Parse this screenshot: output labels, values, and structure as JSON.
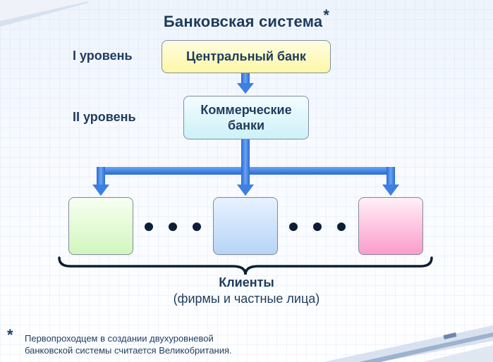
{
  "title": "Банковская система",
  "title_mark": "*",
  "levels": {
    "first": "I уровень",
    "second": "II уровень"
  },
  "boxes": {
    "central_bank": "Центральный банк",
    "commercial_banks_line1": "Коммерческие",
    "commercial_banks_line2": "банки"
  },
  "clients": {
    "label": "Клиенты",
    "sublabel": "(фирмы и частные лица)"
  },
  "footnote": {
    "mark": "*",
    "line1": "Первопроходцем в создании двухуровневой",
    "line2": "банковской системы считается Великобритания."
  },
  "colors": {
    "arrow": "#3d7fe3",
    "text": "#1e3b5e",
    "central_fill": "#fdf7a6",
    "commercial_fill": "#cdf1f8",
    "client_green": "#d1f6bd",
    "client_blue": "#b7d4f6",
    "client_pink": "#fb9ccb"
  }
}
